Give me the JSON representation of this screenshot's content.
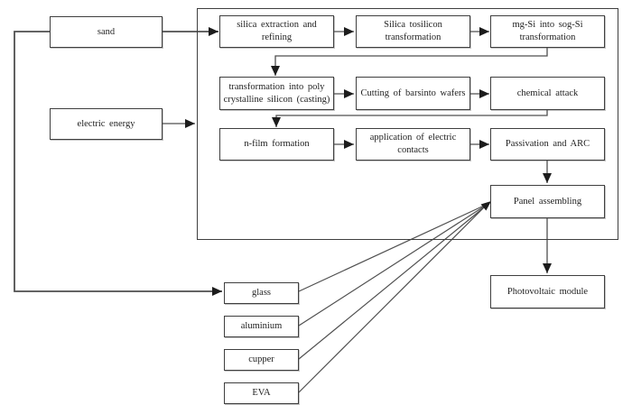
{
  "colors": {
    "background": "#ffffff",
    "box_border": "#3f3f3f",
    "line": "#4f4f4f",
    "arrowhead": "#1c1c1c",
    "text": "#1f1f1f"
  },
  "nodes": {
    "sand": "sand",
    "electric_energy": "electric energy",
    "silica_extraction": "silica extraction and refining",
    "silica_to_silicon": "Silica tosilicon transformation",
    "mg_si_sog_si": "mg-Si into sog-Si transformation",
    "poly_casting": "transformation into poly crystalline silicon (casting)",
    "cutting_wafers": "Cutting of barsinto wafers",
    "chemical_attack": "chemical attack",
    "n_film": "n-film formation",
    "electric_contacts": "application of electric contacts",
    "passivation_arc": "Passivation and ARC",
    "panel_assembling": "Panel assembling",
    "photovoltaic_module": "Photovoltaic module",
    "glass": "glass",
    "aluminium": "aluminium",
    "cupper": "cupper",
    "eva": "EVA"
  },
  "edges": [
    {
      "from": "sand",
      "to": "silica_extraction"
    },
    {
      "from": "sand",
      "to": "glass"
    },
    {
      "from": "electric_energy",
      "to": "process_container"
    },
    {
      "from": "silica_extraction",
      "to": "silica_to_silicon"
    },
    {
      "from": "silica_to_silicon",
      "to": "mg_si_sog_si"
    },
    {
      "from": "mg_si_sog_si",
      "to": "poly_casting"
    },
    {
      "from": "poly_casting",
      "to": "cutting_wafers"
    },
    {
      "from": "cutting_wafers",
      "to": "chemical_attack"
    },
    {
      "from": "chemical_attack",
      "to": "n_film"
    },
    {
      "from": "n_film",
      "to": "electric_contacts"
    },
    {
      "from": "electric_contacts",
      "to": "passivation_arc"
    },
    {
      "from": "passivation_arc",
      "to": "panel_assembling"
    },
    {
      "from": "glass",
      "to": "panel_assembling"
    },
    {
      "from": "aluminium",
      "to": "panel_assembling"
    },
    {
      "from": "cupper",
      "to": "panel_assembling"
    },
    {
      "from": "eva",
      "to": "panel_assembling"
    },
    {
      "from": "panel_assembling",
      "to": "photovoltaic_module"
    }
  ]
}
